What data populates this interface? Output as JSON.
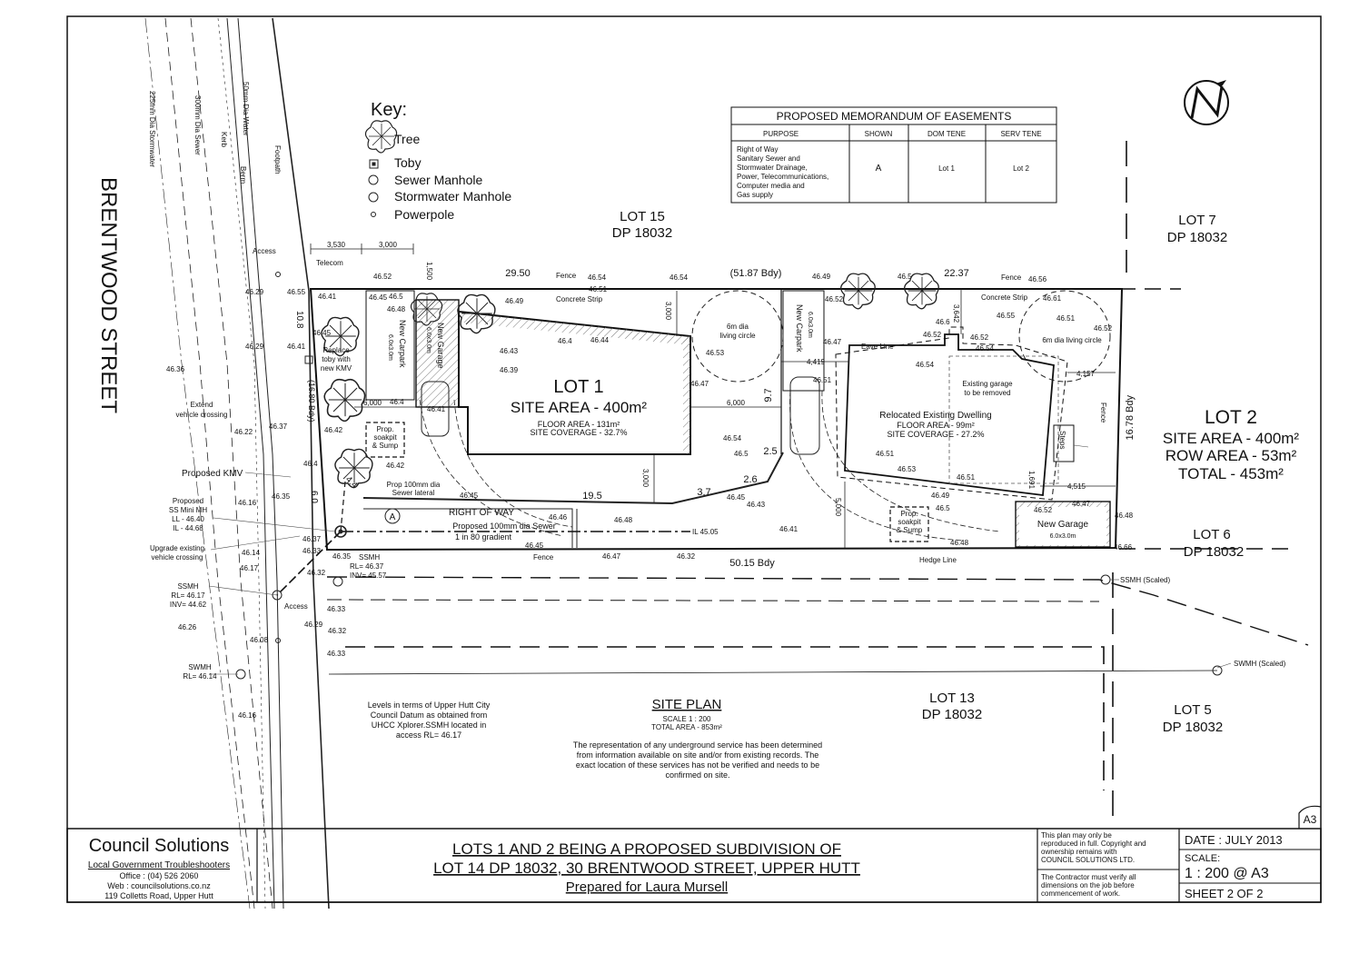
{
  "key": {
    "title": "Key:",
    "items": [
      "Tree",
      "Toby",
      "Sewer Manhole",
      "Stormwater Manhole",
      "Powerpole"
    ]
  },
  "easements": {
    "title": "PROPOSED MEMORANDUM OF EASEMENTS",
    "headers": [
      "PURPOSE",
      "SHOWN",
      "DOM TENE",
      "SERV TENE"
    ],
    "purpose_lines": [
      "Right of Way",
      "Sanitary Sewer and",
      "Stormwater Drainage,",
      "Power, Telecommunications,",
      "Computer media and",
      "Gas supply"
    ],
    "shown": "A",
    "dom_tene": "Lot 1",
    "serv_tene": "Lot 2"
  },
  "street": {
    "name": "BRENTWOOD STREET",
    "services": [
      "225mm Dia Stormwater",
      "300mm Dia Sewer",
      "50mm Dia Water",
      "Kerb",
      "Berm",
      "Footpath"
    ]
  },
  "neighbours": {
    "lot15": [
      "LOT 15",
      "DP 18032"
    ],
    "lot7": [
      "LOT 7",
      "DP 18032"
    ],
    "lot6": [
      "LOT 6",
      "DP 18032"
    ],
    "lot13": [
      "LOT 13",
      "DP 18032"
    ],
    "lot5": [
      "LOT 5",
      "DP 18032"
    ]
  },
  "lot1": {
    "title": "LOT 1",
    "site_area": "SITE AREA - 400m²",
    "floor_area": "FLOOR AREA - 131m²",
    "coverage": "SITE COVERAGE - 32.7%"
  },
  "lot2": {
    "title": "LOT 2",
    "site_area": "SITE AREA - 400m²",
    "row_area": "ROW AREA - 53m²",
    "total": "TOTAL - 453m²"
  },
  "dwelling": {
    "title": "Relocated Existing Dwelling",
    "floor_area": "FLOOR AREA - 99m²",
    "coverage": "SITE COVERAGE - 27.2%"
  },
  "labels": {
    "new_carpark": "New Carpark",
    "carpark_size": "6.0x3.0m",
    "new_garage": "New Garage",
    "garage_size": "6.0x3.0m",
    "living_circle_1": "6m dia",
    "living_circle_1b": "living circle",
    "living_circle_2": "6m dia living circle",
    "right_of_way": "RIGHT OF WAY",
    "easement_marker": "A",
    "sewer_main": "Proposed 100mm dia Sewer",
    "sewer_gradient": "1 in 80 gradient",
    "sewer_lateral_1": "Prop 100mm dia",
    "sewer_lateral_2": "Sewer lateral",
    "soakpit_1": "Prop.",
    "soakpit_2": "soakpit",
    "soakpit_3": "& Sump",
    "existing_garage_1": "Existing garage",
    "existing_garage_2": "to be removed",
    "eave_line": "Eave Line",
    "hedge_line": "Hedge Line",
    "concrete_strip": "Concrete Strip",
    "fence": "Fence",
    "steps": "Steps",
    "telecom": "Telecom",
    "access": "Access",
    "extend_1": "Extend",
    "extend_2": "vehicle crossing",
    "replace_1": "Replace",
    "replace_2": "toby with",
    "replace_3": "new KMV",
    "proposed_kmv": "Proposed KMV",
    "mini_mh_1": "Proposed",
    "mini_mh_2": "SS Mini MH",
    "mini_mh_3": "LL - 46.40",
    "mini_mh_4": "IL - 44.68",
    "upgrade_1": "Upgrade existing",
    "upgrade_2": "vehicle crossing",
    "ssmh_left_1": "SSMH",
    "ssmh_left_2": "RL= 46.17",
    "ssmh_left_3": "INV= 44.62",
    "ssmh_mid_1": "SSMH",
    "ssmh_mid_2": "RL= 46.37",
    "ssmh_mid_3": "INV= 45.57",
    "ssmh_scaled": "SSMH (Scaled)",
    "swmh_left_1": "SWMH",
    "swmh_left_2": "RL= 46.14",
    "swmh_scaled": "SWMH (Scaled)",
    "il": "IL 45.05"
  },
  "dimensions": {
    "top_left": "29.50",
    "bdy_top": "(51.87 Bdy)",
    "top_right": "22.37",
    "bottom": "50.15 Bdy",
    "right_side": "16.78 Bdy",
    "left_side": "(16.80 Bdy)",
    "left_10_8": "10.8",
    "left_6_0": "6.0",
    "d3530": "3,530",
    "d3000": "3,000",
    "d1500": "1,500",
    "d3000b": "3,000",
    "d6000a": "6,000",
    "d6000b": "6,000",
    "d3000c": "3,000",
    "d19_5": "19.5",
    "d3_7": "3.7",
    "d2_6": "2.6",
    "d2_5": "2.5",
    "d9_7": "9.7",
    "d4_4": "4.4",
    "d4419": "4,419",
    "d3642": "3,642",
    "d4157": "4,157",
    "d4515": "4,515",
    "d5000": "5,000",
    "d1691": "1,691"
  },
  "levels": [
    "46.36",
    "46.29",
    "46.55",
    "46.41",
    "46.52",
    "46.45",
    "46.5",
    "46.48",
    "46.51",
    "46.54",
    "46.49",
    "46.43",
    "46.39",
    "46.4",
    "46.44",
    "46.54",
    "46.53",
    "46.47",
    "46.49",
    "46.52",
    "46.47",
    "46.51",
    "46.5",
    "46.56",
    "46.61",
    "46.55",
    "46.6",
    "46.52",
    "46.52",
    "46.54",
    "46.51",
    "46.52",
    "46.54",
    "46.29",
    "46.41",
    "46.45",
    "46.22",
    "46.37",
    "46.42",
    "46.4",
    "46.4",
    "46.41",
    "46.42",
    "46.35",
    "46.16",
    "46.37",
    "46.33",
    "46.14",
    "46.17",
    "46.32",
    "46.35",
    "46.26",
    "46.29",
    "46.33",
    "46.08",
    "46.32",
    "46.33",
    "46.16",
    "46.45",
    "46.46",
    "46.48",
    "46.45",
    "46.47",
    "46.32",
    "46.43",
    "46.41",
    "46.45",
    "46.54",
    "46.5",
    "46.51",
    "46.53",
    "46.51",
    "46.49",
    "46.5",
    "46.52",
    "46.47",
    "46.48",
    "46.66",
    "46.48"
  ],
  "site_plan": {
    "title": "SITE PLAN",
    "scale": "SCALE 1 : 200",
    "total": "TOTAL AREA - 853m²"
  },
  "notes": {
    "datum": [
      "Levels in terms of Upper Hutt City",
      "Council Datum as obtained from",
      "UHCC Xplorer.SSMH located in",
      "access RL= 46.17"
    ],
    "services": [
      "The representation of any underground service has been determined",
      "from information available on site and/or from existing records.  The",
      "exact location of these services has not be verified and needs to be",
      "confirmed on site."
    ]
  },
  "title_block": {
    "company": "Council Solutions",
    "tagline": "Local Government Troubleshooters",
    "office": "Office : (04) 526 2060",
    "web": "Web : councilsolutions.co.nz",
    "address": "119 Colletts Road, Upper Hutt",
    "title_1": "LOTS 1 AND 2 BEING A PROPOSED SUBDIVISION OF",
    "title_2": "LOT 14 DP 18032, 30 BRENTWOOD STREET, UPPER HUTT",
    "title_3": "Prepared for Laura Mursell",
    "copyright": [
      "This plan may only be",
      "reproduced in full. Copyright and",
      "ownership remains with",
      "COUNCIL SOLUTIONS LTD."
    ],
    "contractor": [
      "The Contractor must verify all",
      "dimensions on the job before",
      "commencement of work."
    ],
    "date": "DATE  :  JULY 2013",
    "scale_label": "SCALE:",
    "scale_value": "1 : 200 @ A3",
    "sheet": "SHEET    2  OF  2",
    "paper": "A3"
  }
}
